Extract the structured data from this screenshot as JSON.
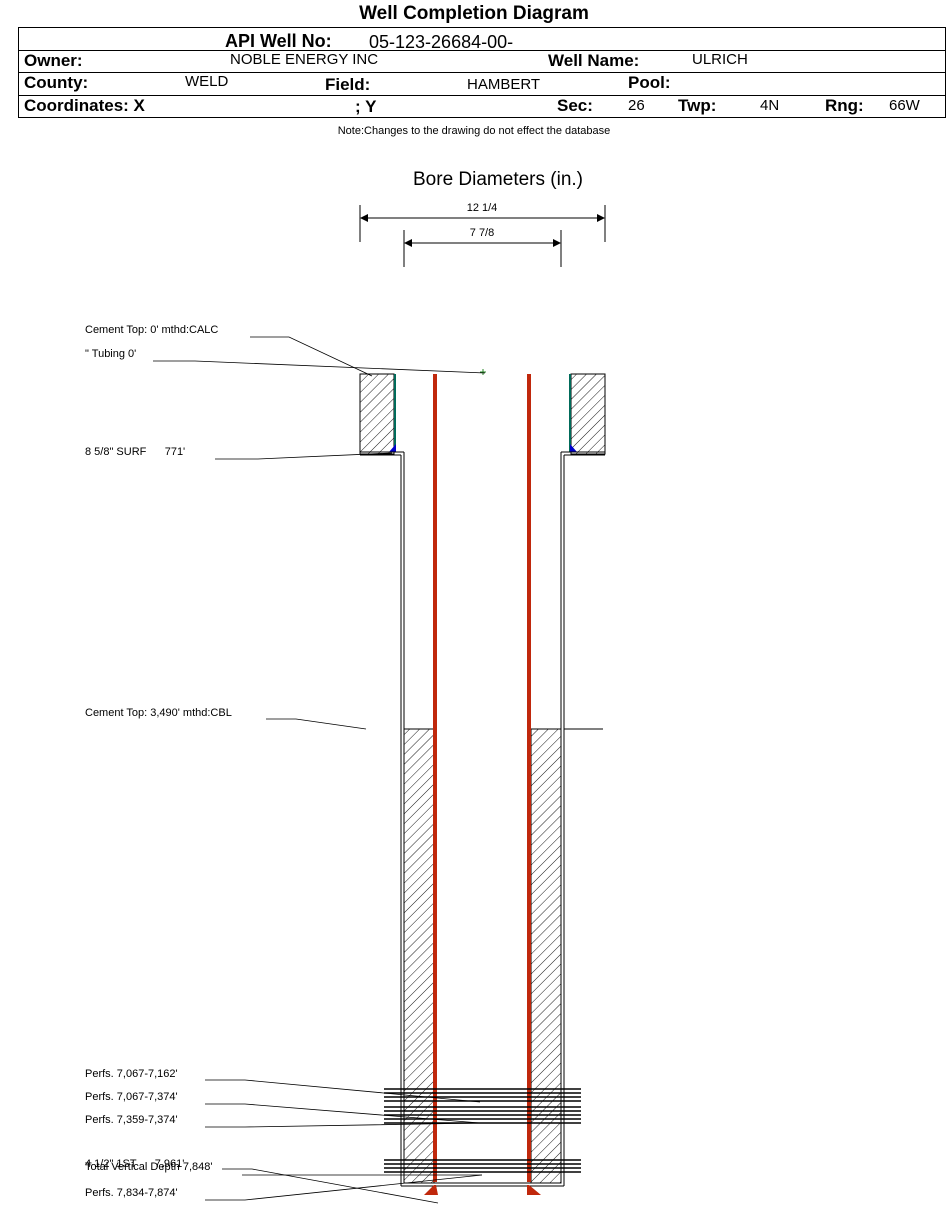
{
  "header": {
    "title": "Well Completion Diagram",
    "api_label": "API Well No:",
    "api_value": "05-123-26684-00-",
    "owner_label": "Owner:",
    "owner_value": "NOBLE ENERGY INC",
    "wellname_label": "Well Name:",
    "wellname_value": "ULRICH",
    "county_label": "County:",
    "county_value": "WELD",
    "field_label": "Field:",
    "field_value": "HAMBERT",
    "pool_label": "Pool:",
    "pool_value": "",
    "coordx_label": "Coordinates: X",
    "coordy_label": "; Y",
    "sec_label": "Sec:",
    "sec_value": "26",
    "twp_label": "Twp:",
    "twp_value": "4N",
    "rng_label": "Rng:",
    "rng_value": "66W",
    "note": "Note:Changes to the drawing do not effect the database"
  },
  "diagram": {
    "bore_title": "Bore Diameters (in.)",
    "bore_outer": "12 1/4",
    "bore_inner": "7 7/8",
    "annotations": {
      "cement_top_surface": "Cement Top: 0' mthd:CALC",
      "tubing": "\" Tubing 0'",
      "surface_casing": "8 5/8\" SURF      771'",
      "cement_top_prod": "Cement Top: 3,490' mthd:CBL",
      "perf1": "Perfs. 7,067-7,162'",
      "perf2": "Perfs. 7,067-7,374'",
      "perf3": "Perfs. 7,359-7,374'",
      "prod_casing": "4 1/2\" 1ST      7,961'",
      "total_depth": "Total Vertical Depth 7,848'",
      "perf4": "Perfs. 7,834-7,874'"
    },
    "colors": {
      "tubing": "#c0280c",
      "cement_plug": "#0000cc",
      "casing_inner": "#006b5a",
      "line": "#000000"
    }
  }
}
